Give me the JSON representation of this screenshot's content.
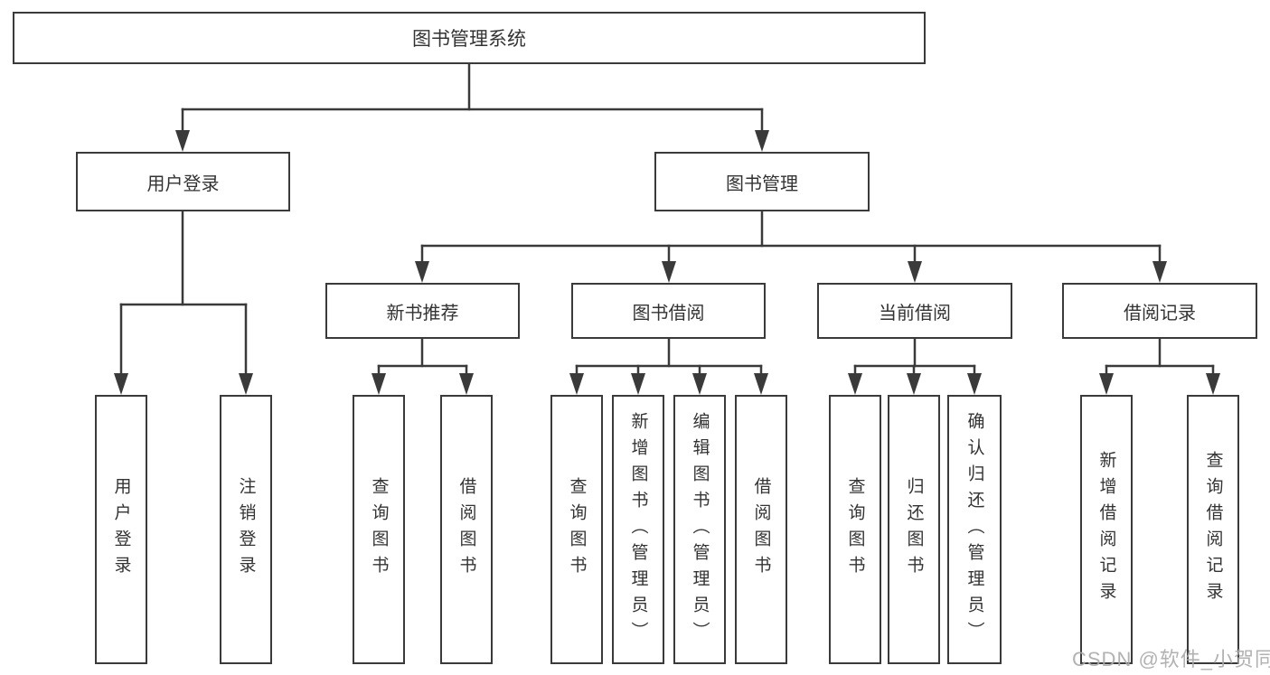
{
  "diagram": {
    "root": {
      "label": "图书管理系统"
    },
    "level1": [
      {
        "label": "用户登录",
        "children": [
          {
            "label": "用户登录"
          },
          {
            "label": "注销登录"
          }
        ]
      },
      {
        "label": "图书管理",
        "children": [
          {
            "label": "新书推荐",
            "children": [
              {
                "label": "查询图书"
              },
              {
                "label": "借阅图书"
              }
            ]
          },
          {
            "label": "图书借阅",
            "children": [
              {
                "label": "查询图书"
              },
              {
                "label": "新增图书（管理员）"
              },
              {
                "label": "编辑图书（管理员）"
              },
              {
                "label": "借阅图书"
              }
            ]
          },
          {
            "label": "当前借阅",
            "children": [
              {
                "label": "查询图书"
              },
              {
                "label": "归还图书"
              },
              {
                "label": "确认归还（管理员）"
              }
            ]
          },
          {
            "label": "借阅记录",
            "children": [
              {
                "label": "新增借阅记录"
              },
              {
                "label": "查询借阅记录"
              }
            ]
          }
        ]
      }
    ]
  },
  "watermark": {
    "text": "CSDN @软件_小贺同学"
  },
  "colors": {
    "line": "#3a3a3a",
    "text": "#333333",
    "watermark": "#aaaaaa",
    "background": "#ffffff"
  }
}
